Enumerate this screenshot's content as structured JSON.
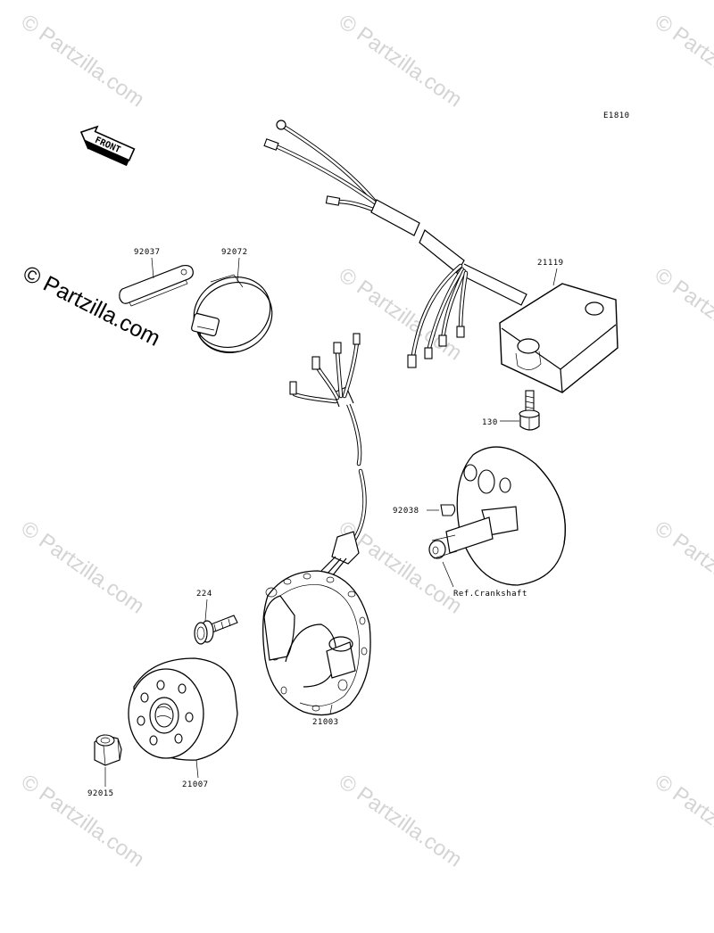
{
  "diagram": {
    "code": "E1810",
    "front_label": "FRONT",
    "watermark": {
      "main_text": "© Partzilla.com",
      "tile_text": "© Partzilla.com"
    },
    "labels": {
      "p92037": "92037",
      "p92072": "92072",
      "p21119": "21119",
      "p130": "130",
      "p92038": "92038",
      "p_ref": "Ref.Crankshaft",
      "p224": "224",
      "p21003": "21003",
      "p92015": "92015",
      "p21007": "21007"
    }
  }
}
